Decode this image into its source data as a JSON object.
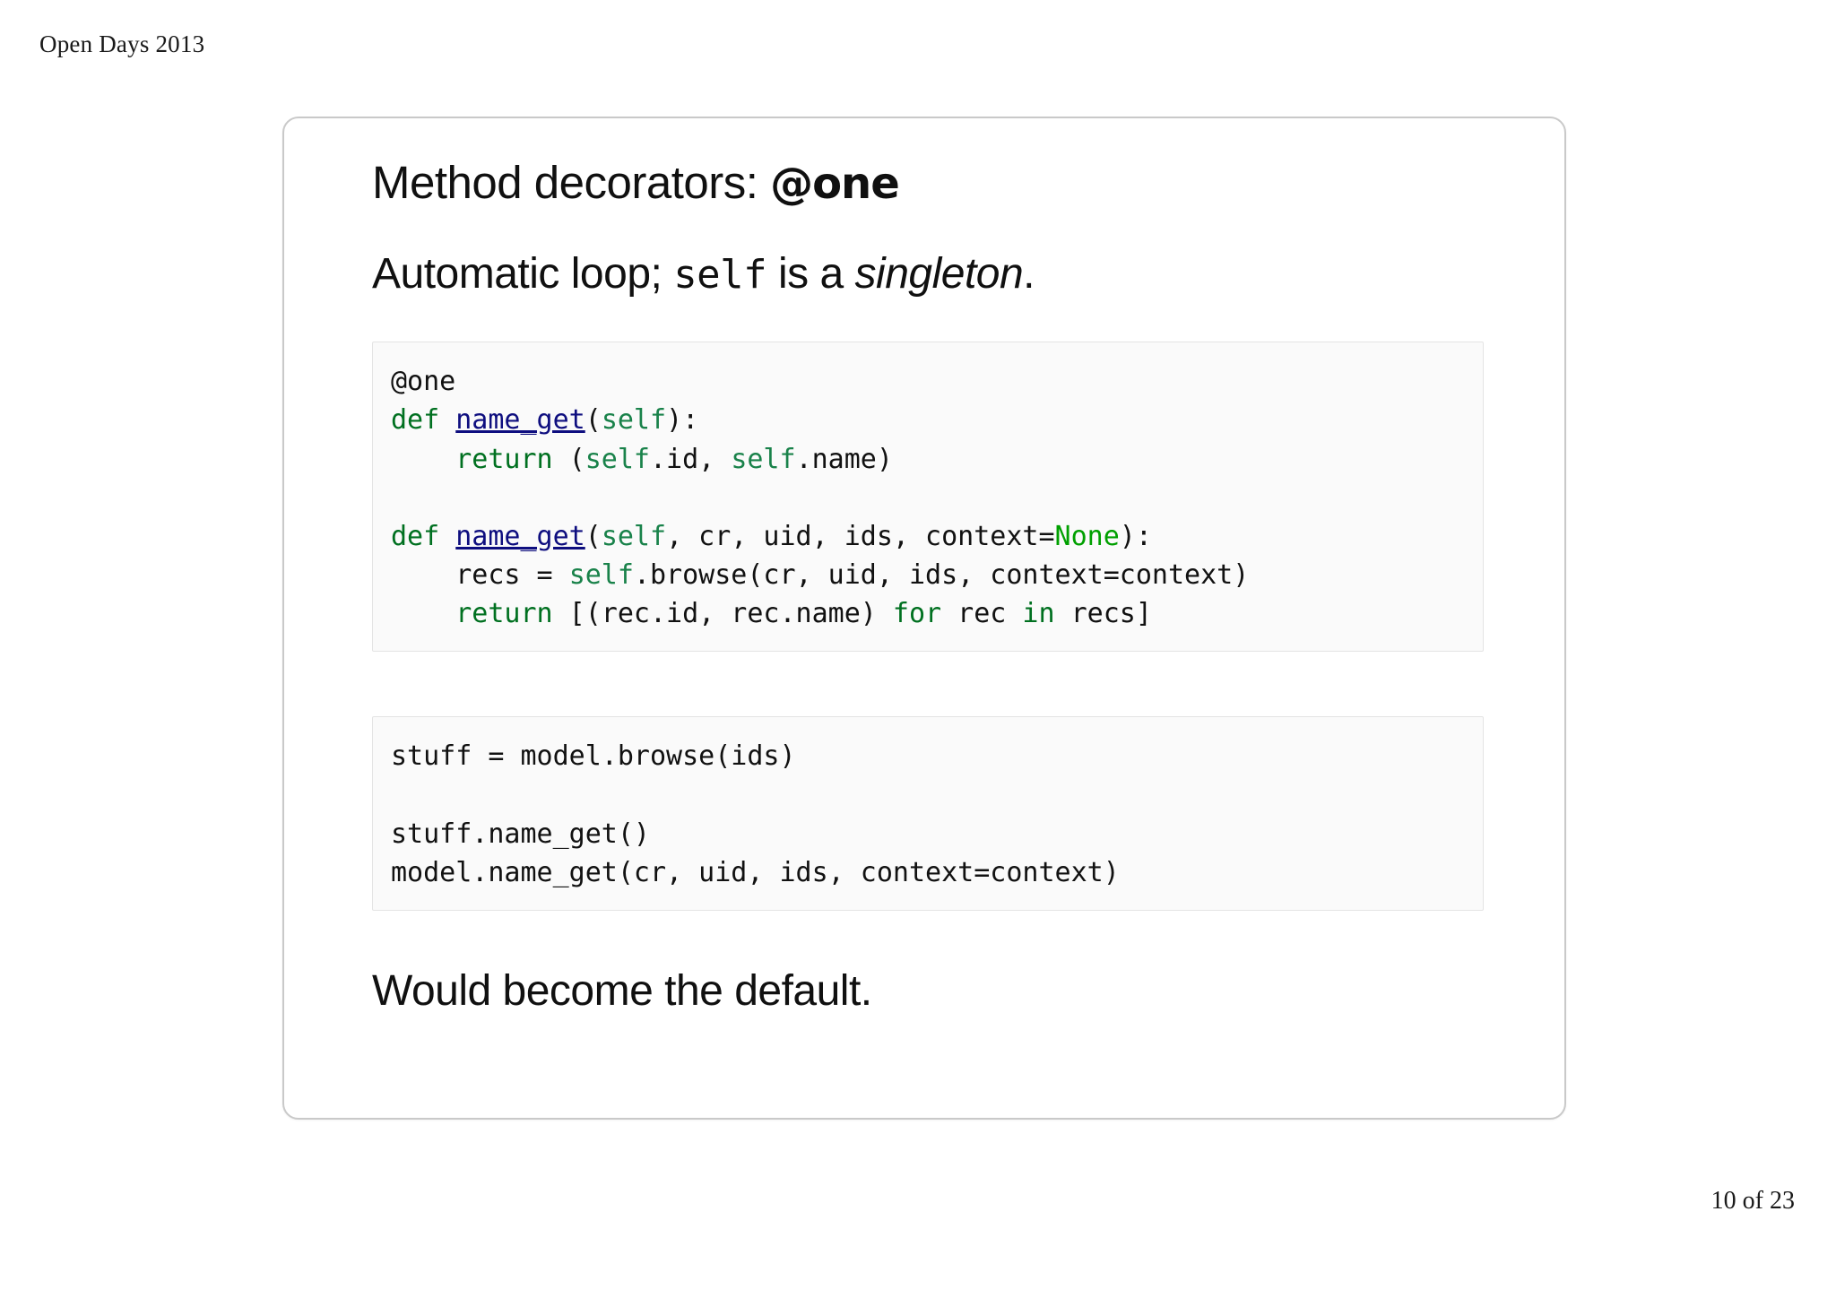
{
  "header": {
    "title": "Open Days 2013"
  },
  "footer": {
    "page_label": "10 of 23"
  },
  "slide": {
    "title_prefix": "Method decorators: ",
    "title_decorator": "@one",
    "subtitle_part1": "Automatic loop; ",
    "subtitle_mono": "self",
    "subtitle_part2": " is a ",
    "subtitle_italic": "singleton",
    "subtitle_part3": ".",
    "closing_text": "Would become the default.",
    "code_block_1": {
      "lines": [
        [
          {
            "t": "@one",
            "c": "plain"
          }
        ],
        [
          {
            "t": "def ",
            "c": "kw"
          },
          {
            "t": "name_get",
            "c": "fn"
          },
          {
            "t": "(",
            "c": "plain"
          },
          {
            "t": "self",
            "c": "self"
          },
          {
            "t": "):",
            "c": "plain"
          }
        ],
        [
          {
            "t": "    ",
            "c": "plain"
          },
          {
            "t": "return",
            "c": "kw"
          },
          {
            "t": " (",
            "c": "plain"
          },
          {
            "t": "self",
            "c": "self"
          },
          {
            "t": ".id, ",
            "c": "plain"
          },
          {
            "t": "self",
            "c": "self"
          },
          {
            "t": ".name)",
            "c": "plain"
          }
        ],
        [
          {
            "t": "",
            "c": "plain"
          }
        ],
        [
          {
            "t": "def ",
            "c": "kw"
          },
          {
            "t": "name_get",
            "c": "fn"
          },
          {
            "t": "(",
            "c": "plain"
          },
          {
            "t": "self",
            "c": "self"
          },
          {
            "t": ", cr, uid, ids, context=",
            "c": "plain"
          },
          {
            "t": "None",
            "c": "const"
          },
          {
            "t": "):",
            "c": "plain"
          }
        ],
        [
          {
            "t": "    recs = ",
            "c": "plain"
          },
          {
            "t": "self",
            "c": "self"
          },
          {
            "t": ".browse(cr, uid, ids, context=context)",
            "c": "plain"
          }
        ],
        [
          {
            "t": "    ",
            "c": "plain"
          },
          {
            "t": "return",
            "c": "kw"
          },
          {
            "t": " [(rec.id, rec.name) ",
            "c": "plain"
          },
          {
            "t": "for",
            "c": "kw"
          },
          {
            "t": " rec ",
            "c": "plain"
          },
          {
            "t": "in",
            "c": "kw"
          },
          {
            "t": " recs]",
            "c": "plain"
          }
        ]
      ]
    },
    "code_block_2": {
      "lines": [
        [
          {
            "t": "stuff = model.browse(ids)",
            "c": "plain"
          }
        ],
        [
          {
            "t": "",
            "c": "plain"
          }
        ],
        [
          {
            "t": "stuff.name_get()",
            "c": "plain"
          }
        ],
        [
          {
            "t": "model.name_get(cr, uid, ids, context=context)",
            "c": "plain"
          }
        ]
      ]
    }
  },
  "colors": {
    "keyword": "#007020",
    "function": "#0e0e7f",
    "self": "#19824a",
    "constant": "#00a000",
    "text": "#111111",
    "card_border": "#c9c9c9",
    "code_bg": "#fafafa",
    "code_border": "#e4e4e4"
  }
}
